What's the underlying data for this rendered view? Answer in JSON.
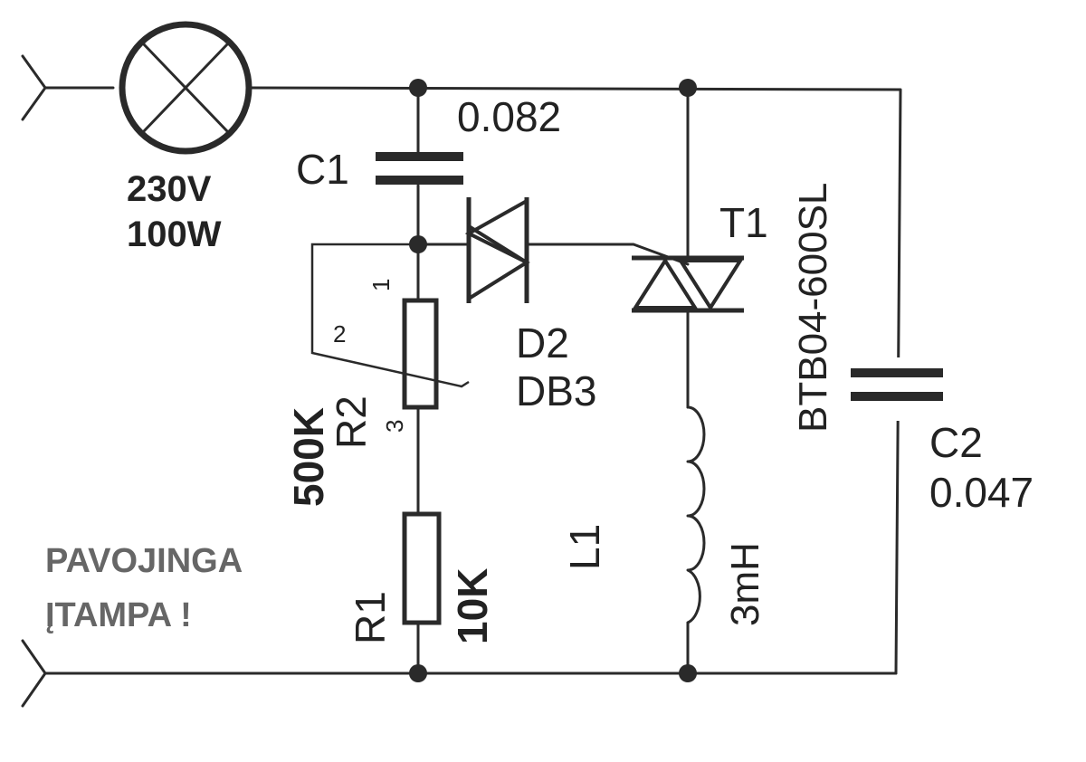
{
  "lamp": {
    "voltage": "230V",
    "power": "100W"
  },
  "c1": {
    "name": "C1",
    "value": "0.082"
  },
  "c2": {
    "name": "C2",
    "value": "0.047"
  },
  "r1": {
    "name": "R1",
    "value": "10K"
  },
  "r2": {
    "name": "R2",
    "value": "500K",
    "pin1": "1",
    "pin2": "2",
    "pin3": "3"
  },
  "d2": {
    "name": "D2",
    "part": "DB3"
  },
  "t1": {
    "name": "T1",
    "part": "BTB04-600SL"
  },
  "l1": {
    "name": "L1",
    "value": "3mH"
  },
  "warning": {
    "line1": "PAVOJINGA",
    "line2": "ĮTAMPA !"
  }
}
